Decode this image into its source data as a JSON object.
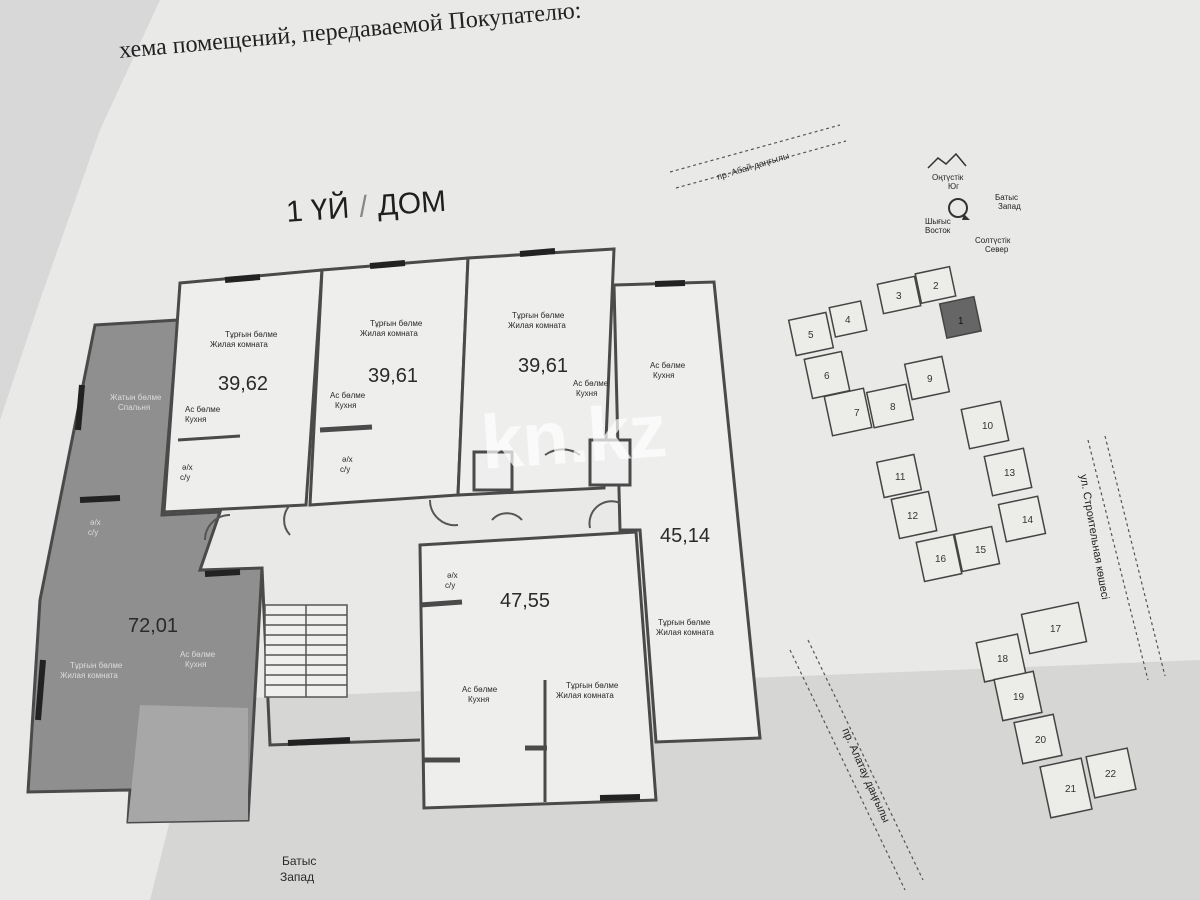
{
  "document": {
    "heading": "хема помещений, передаваемой Покупателю:",
    "house_number": "1 ҮЙ",
    "house_word": "ДОМ",
    "watermark": "kn.kz"
  },
  "plan": {
    "rooms": [
      {
        "id": "apt1",
        "area": "39,62",
        "bedroom": "Тұрғын бөлме\nЖилая комната",
        "kitchen": "Ас бөлме\nКухня",
        "bath": "ә/х\nс/у"
      },
      {
        "id": "apt2",
        "area": "39,61",
        "bedroom": "Тұрғын бөлме\nЖилая комната",
        "kitchen": "Ас бөлме\nКухня",
        "bath": "ә/х\nс/у"
      },
      {
        "id": "apt3",
        "area": "39,61",
        "bedroom": "Тұрғын бөлме\nЖилая комната",
        "kitchen": "Ас бөлме\nКухня"
      },
      {
        "id": "apt4",
        "area": "45,14",
        "bedroom": "Тұрғын бөлме\nЖилая комната",
        "kitchen": "Ас бөлме\nКухня"
      },
      {
        "id": "apt5",
        "area": "47,55",
        "bedroom": "Тұрғын бөлме\nЖилая комната",
        "kitchen": "Ас бөлме\nКухня",
        "bath": "ә/х\nс/у"
      },
      {
        "id": "apt6",
        "area": "72,01",
        "bedroom": "Тұрғын бөлме\nЖилая комната",
        "kitchen": "Ас бөлме\nКухня",
        "bath": "ә/х\nс/у",
        "top_label": "Жатын бөлме\nСпальня"
      }
    ],
    "side_label": "Батыс\nЗапад"
  },
  "site": {
    "compass": {
      "south": "Оңтүстік\nЮг",
      "west": "Батыс\nЗапад",
      "east": "Шығыс\nВосток",
      "north": "Солтүстік\nСевер"
    },
    "streets": {
      "abay": "пр. Абай даңғылы",
      "alatau": "пр. Алатау даңғылы",
      "stroitelnaya": "ул. Строительная көшесі"
    },
    "highlighted_block": "1",
    "blocks": [
      "1",
      "2",
      "3",
      "4",
      "5",
      "6",
      "7",
      "8",
      "9",
      "10",
      "11",
      "12",
      "13",
      "14",
      "15",
      "16",
      "17",
      "18",
      "19",
      "20",
      "21",
      "22"
    ]
  }
}
